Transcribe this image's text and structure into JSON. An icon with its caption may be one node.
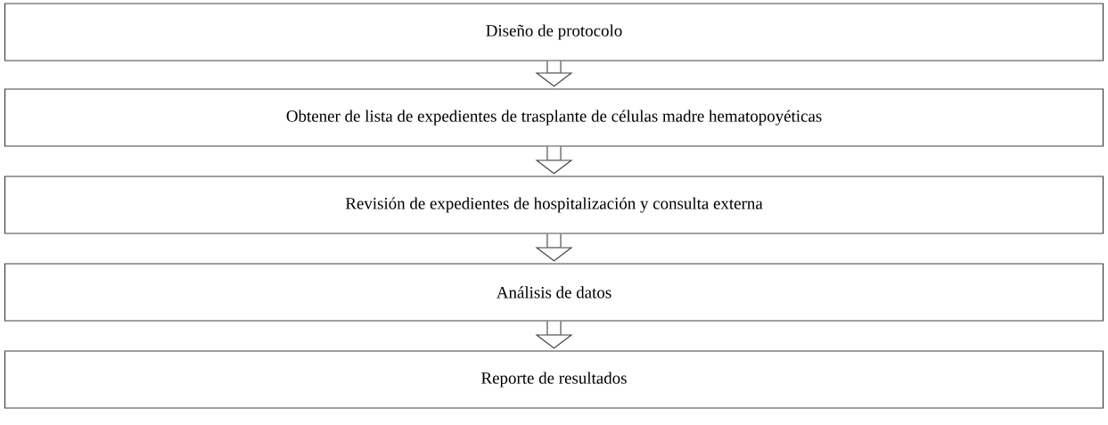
{
  "diagram": {
    "nodes": [
      {
        "text": [
          "Diseño de protocolo"
        ]
      },
      {
        "text": [
          "Obtener de lista de expedientes de trasplante de células madre hematopoyéticas"
        ]
      },
      {
        "text": [
          "Revisión de expedientes de hospitalización y consulta externa"
        ]
      },
      {
        "text": [
          "Análisis de datos"
        ]
      },
      {
        "text": [
          "Reporte de resultados"
        ]
      }
    ],
    "edges": [
      {
        "from": 0,
        "to": 1,
        "arrow": "to"
      },
      {
        "from": 1,
        "to": 2,
        "arrow": "to"
      },
      {
        "from": 2,
        "to": 3,
        "arrow": "to"
      },
      {
        "from": 3,
        "to": 4,
        "arrow": "to"
      }
    ]
  }
}
